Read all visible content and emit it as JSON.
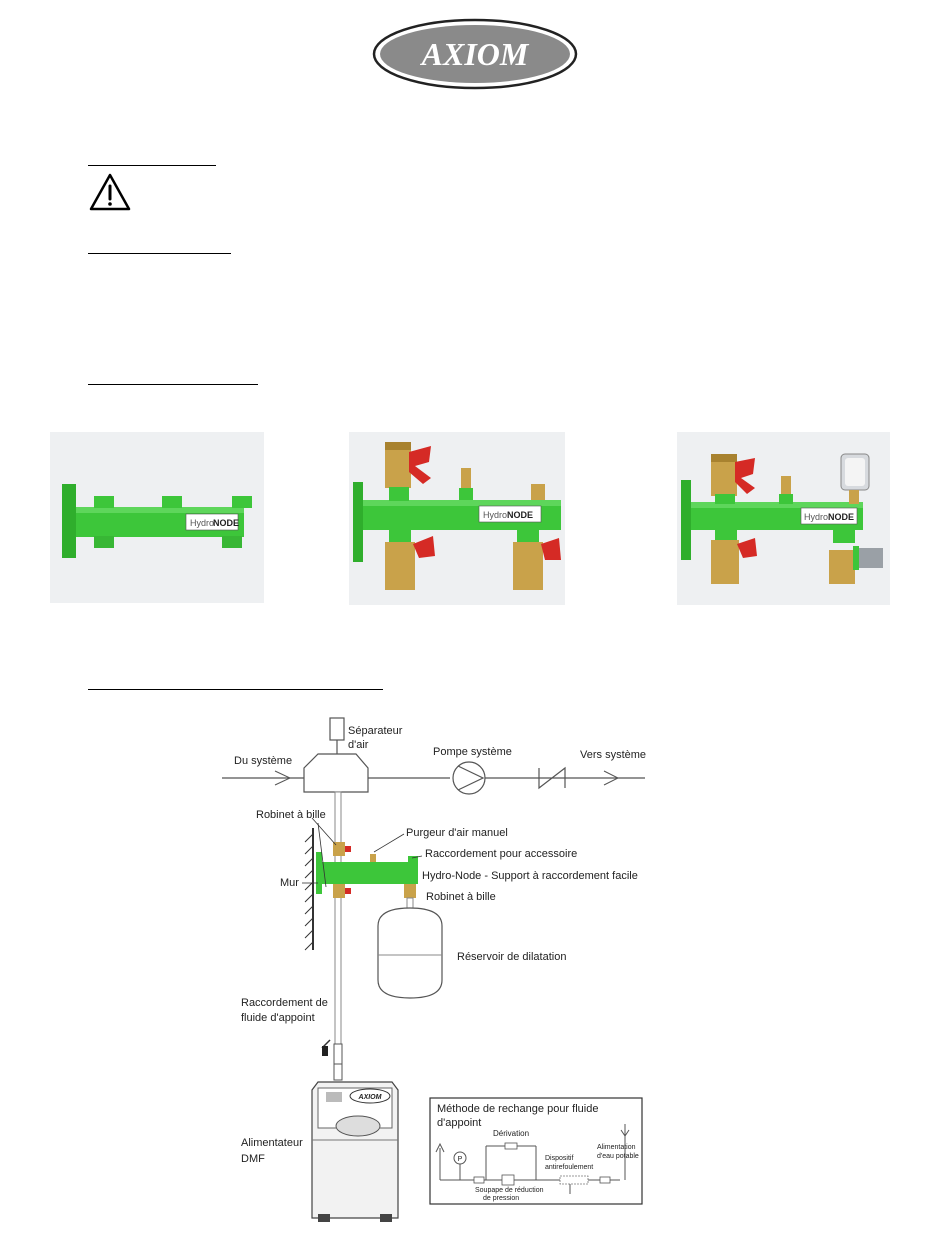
{
  "logo": {
    "text": "AXIOM"
  },
  "diagram": {
    "labels": {
      "air_separator": [
        "Séparateur",
        "d'air"
      ],
      "from_system": "Du système",
      "system_pump": "Pompe système",
      "to_system": "Vers système",
      "ball_valve_top": "Robinet à bille",
      "manual_air_vent": "Purgeur d'air manuel",
      "accessory_connection": "Raccordement pour accessoire",
      "wall": "Mur",
      "hydro_node": "Hydro-Node - Support à raccordement facile",
      "ball_valve_bottom": "Robinet à bille",
      "expansion_tank": "Réservoir de dilatation",
      "makeup_connection": [
        "Raccordement de",
        "fluide d'appoint"
      ],
      "feeder": [
        "Alimentateur",
        "DMF"
      ],
      "feeder_logo": "AXIOM"
    },
    "inset": {
      "title": [
        "Méthode de rechange pour fluide",
        "d'appoint"
      ],
      "bypass": "Dérivation",
      "backflow": [
        "Dispositif",
        "antirefoulement"
      ],
      "potable": [
        "Alimentation",
        "d'eau potable"
      ],
      "prv": [
        "Soupape de réduction",
        "de pression"
      ],
      "gauge": "P"
    }
  },
  "photos": [
    {
      "brand": "Hydro",
      "brand2": "NODE"
    },
    {
      "brand": "Hydro",
      "brand2": "NODE"
    },
    {
      "brand": "Hydro",
      "brand2": "NODE"
    }
  ],
  "colors": {
    "green": "#3dc63a",
    "brass": "#c9a24a",
    "valve_red": "#d52a25",
    "logo_gray": "#8a8a8a"
  }
}
